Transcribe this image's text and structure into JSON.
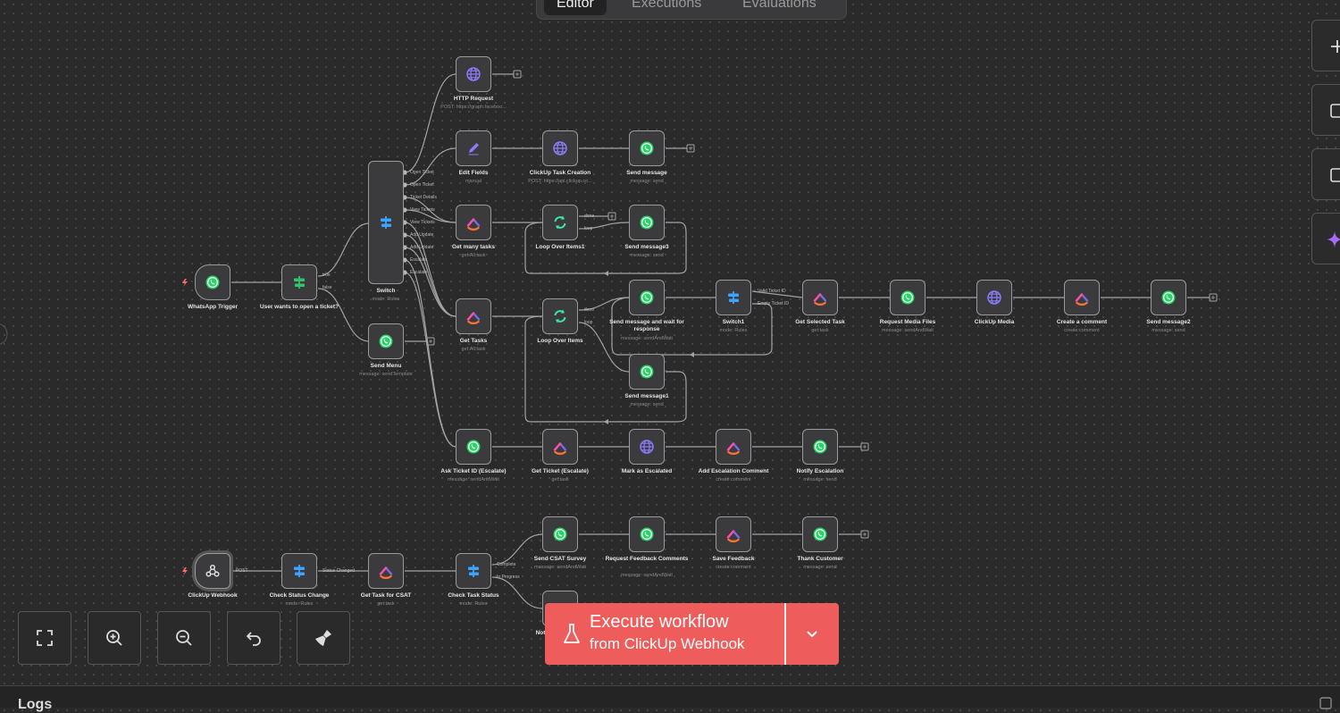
{
  "tabs": {
    "editor": "Editor",
    "executions": "Executions",
    "evaluations": "Evaluations"
  },
  "nodes": {
    "whatsapp_trigger": {
      "label": "WhatsApp Trigger",
      "sub": ""
    },
    "user_wants": {
      "label": "User wants to open a ticket?",
      "sub": ""
    },
    "switch": {
      "label": "Switch",
      "sub": "mode: Rules"
    },
    "send_menu": {
      "label": "Send Menu",
      "sub": "message: sendTemplate"
    },
    "http_request": {
      "label": "HTTP Request",
      "sub": "POST: https://graph.faceboo..."
    },
    "edit_fields": {
      "label": "Edit Fields",
      "sub": "manual"
    },
    "clickup_task_creation": {
      "label": "ClickUp Task Creation",
      "sub": "POST: https://api.clickup.co..."
    },
    "send_message": {
      "label": "Send message",
      "sub": "message: send"
    },
    "get_many_tasks": {
      "label": "Get many tasks",
      "sub": "get:All:task"
    },
    "loop_over_items1": {
      "label": "Loop Over Items1",
      "sub": ""
    },
    "send_message3": {
      "label": "Send message3",
      "sub": "message: send"
    },
    "get_tasks": {
      "label": "Get Tasks",
      "sub": "get:All:task"
    },
    "loop_over_items": {
      "label": "Loop Over Items",
      "sub": ""
    },
    "send_wait": {
      "label": "Send message and wait for response",
      "sub": "message: sendAndWait"
    },
    "switch1": {
      "label": "Switch1",
      "sub": "mode: Rules"
    },
    "get_selected_task": {
      "label": "Get Selected Task",
      "sub": "get:task"
    },
    "request_media_files": {
      "label": "Request Media Files",
      "sub": "message: sendAndWait"
    },
    "clickup_media": {
      "label": "ClickUp Media",
      "sub": ""
    },
    "create_comment": {
      "label": "Create a comment",
      "sub": "create:comment"
    },
    "send_message2": {
      "label": "Send message2",
      "sub": "message: send"
    },
    "send_message1": {
      "label": "Send message1",
      "sub": "message: send"
    },
    "ask_ticket_id": {
      "label": "Ask Ticket ID (Escalate)",
      "sub": "message: sendAndWait"
    },
    "get_ticket_escalate": {
      "label": "Get Ticket (Escalate)",
      "sub": "get:task"
    },
    "mark_escalated": {
      "label": "Mark as Escalated",
      "sub": ""
    },
    "add_escalation_comment": {
      "label": "Add Escalation Comment",
      "sub": "create:comment"
    },
    "notify_escalation": {
      "label": "Notify Escalation",
      "sub": "message: send"
    },
    "clickup_webhook": {
      "label": "ClickUp Webhook",
      "sub": ""
    },
    "check_status_change": {
      "label": "Check Status Change",
      "sub": "mode: Rules"
    },
    "get_task_csat": {
      "label": "Get Task for CSAT",
      "sub": "get:task"
    },
    "check_task_status": {
      "label": "Check Task Status",
      "sub": "mode: Rules"
    },
    "send_csat": {
      "label": "Send CSAT Survey",
      "sub": "message: sendAndWait"
    },
    "request_feedback": {
      "label": "Request Feedback Comments",
      "sub": "message: sendAndWait"
    },
    "save_feedback": {
      "label": "Save Feedback",
      "sub": "create:comment"
    },
    "thank_customer": {
      "label": "Thank Customer",
      "sub": "message: send"
    },
    "partial_bottom": {
      "label": "Not",
      "sub": ""
    }
  },
  "ports": {
    "switch_outputs": [
      "Open Ticket",
      "Open Ticket",
      "Ticket Details",
      "View Tickets",
      "View Tickets",
      "Add Update",
      "Add Update",
      "Escalate",
      "Escalate"
    ],
    "user_true": "true",
    "user_false": "false",
    "loop1_done": "done",
    "loop1_loop": "loop",
    "loop_done": "done",
    "loop_loop": "loop",
    "switch1_valid": "Valid Ticket ID",
    "switch1_empty": "Empty Ticket ID",
    "webhook_post": "POST",
    "status_changed": "Status Changed",
    "complete": "Complete",
    "in_progress": "In Progress"
  },
  "execute": {
    "title": "Execute workflow",
    "subtitle": "from ClickUp Webhook"
  },
  "logs": {
    "label": "Logs"
  },
  "colors": {
    "whatsapp": "#25d366",
    "http": "#7b6cf6",
    "clickup_a": "#7b68ee",
    "clickup_b": "#fd7133",
    "execute": "#ee5c5c",
    "switch_icon": "#3ea2ff",
    "loop_icon": "#3ee6a5"
  }
}
